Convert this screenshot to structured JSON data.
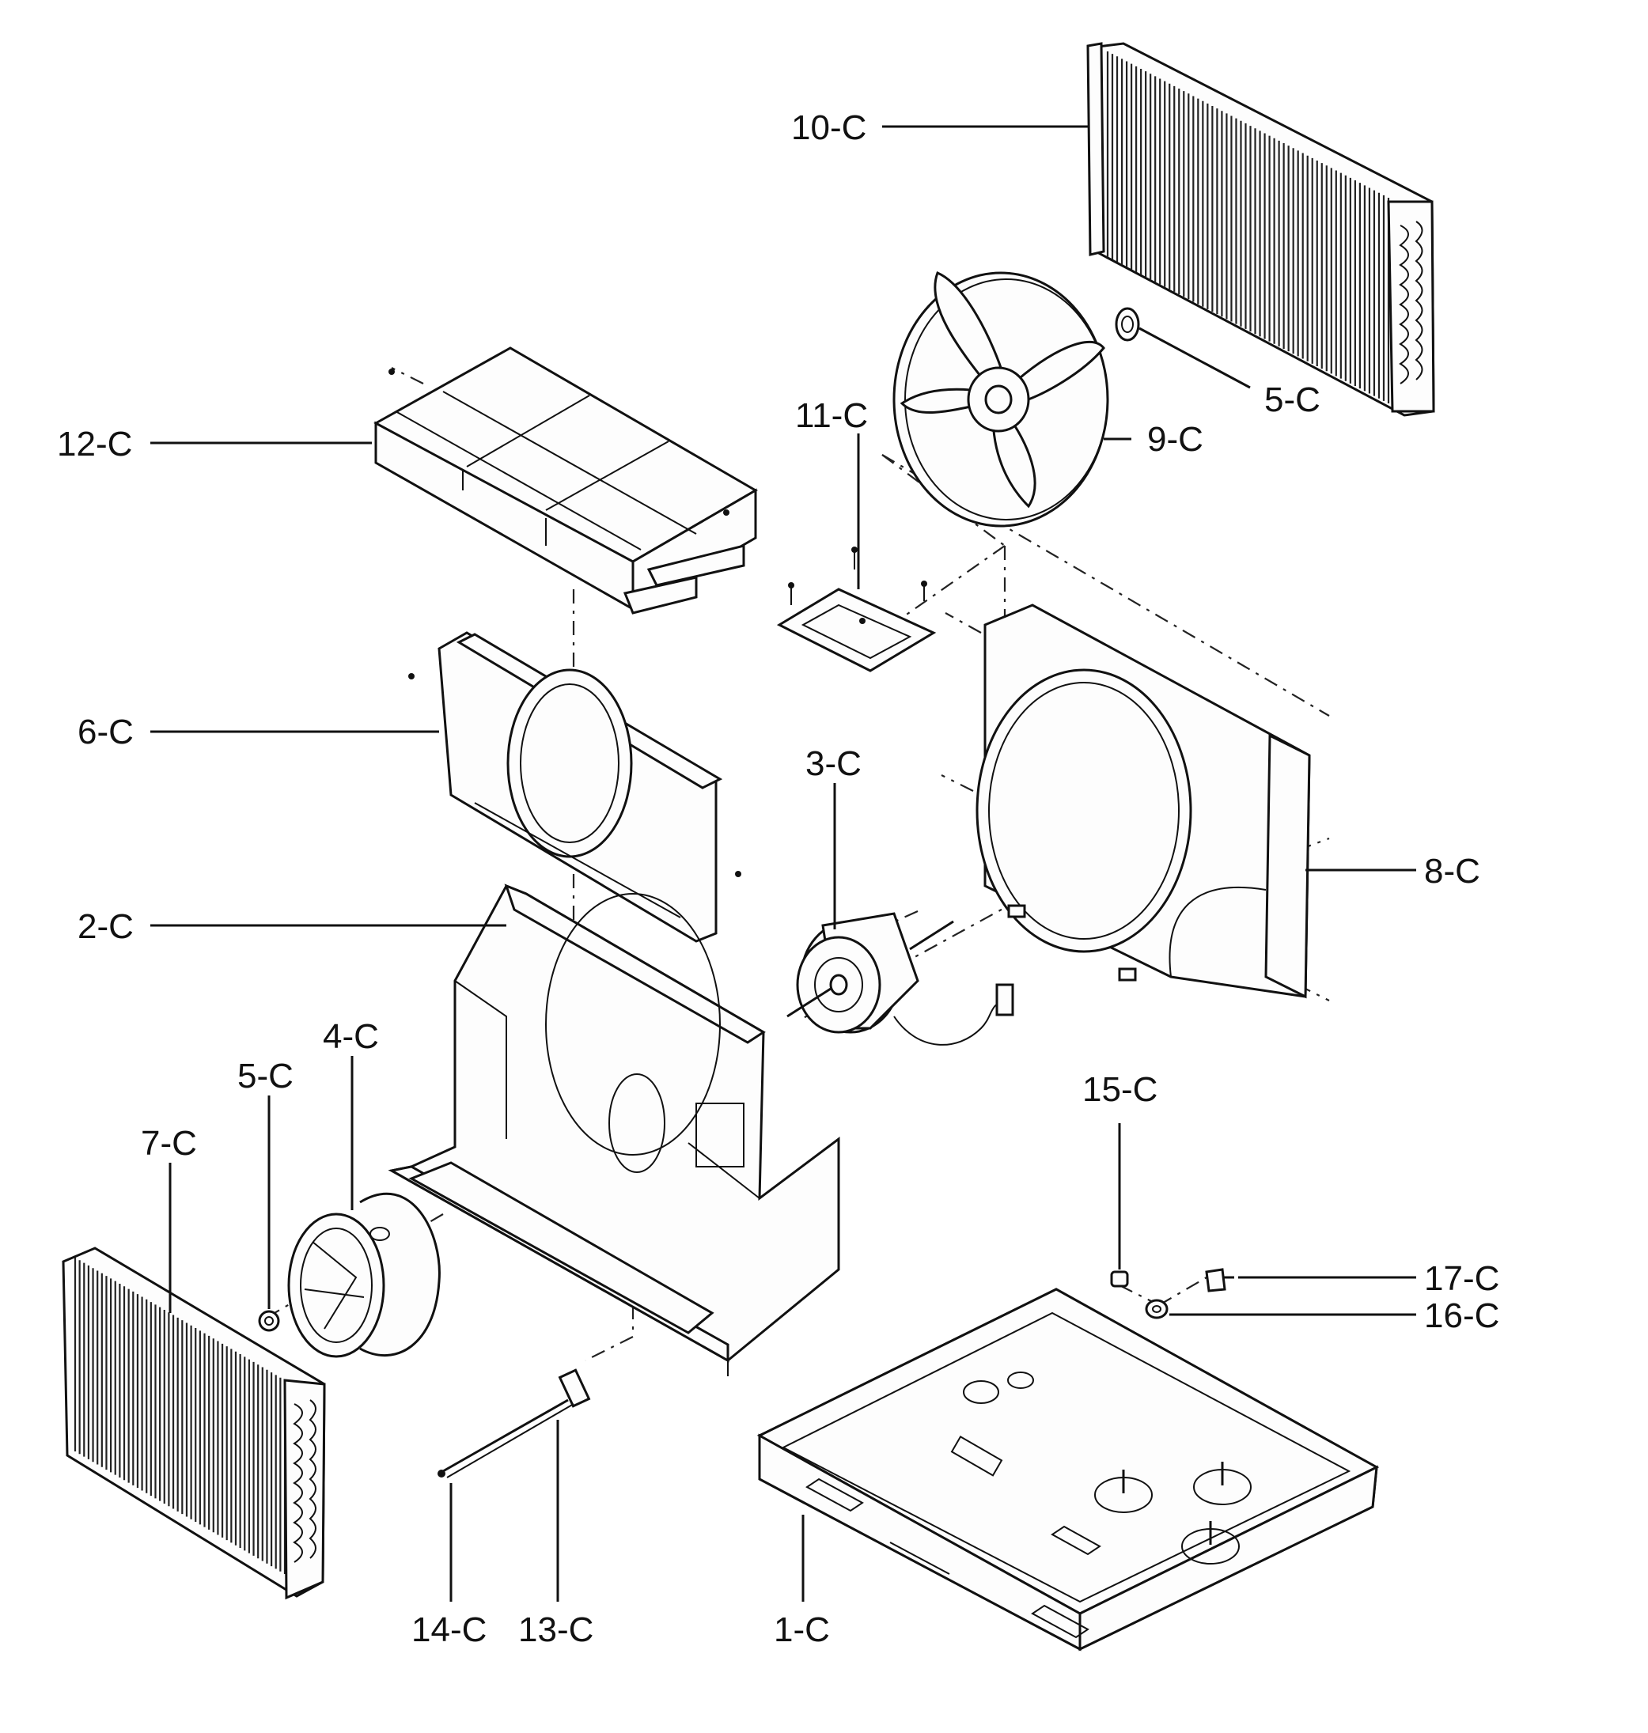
{
  "diagram": {
    "labels": {
      "p1": "1-C",
      "p2": "2-C",
      "p3": "3-C",
      "p4": "4-C",
      "p5a": "5-C",
      "p5b": "5-C",
      "p6": "6-C",
      "p7": "7-C",
      "p8": "8-C",
      "p9": "9-C",
      "p10": "10-C",
      "p11": "11-C",
      "p12": "12-C",
      "p13": "13-C",
      "p14": "14-C",
      "p15": "15-C",
      "p16": "16-C",
      "p17": "17-C"
    }
  }
}
